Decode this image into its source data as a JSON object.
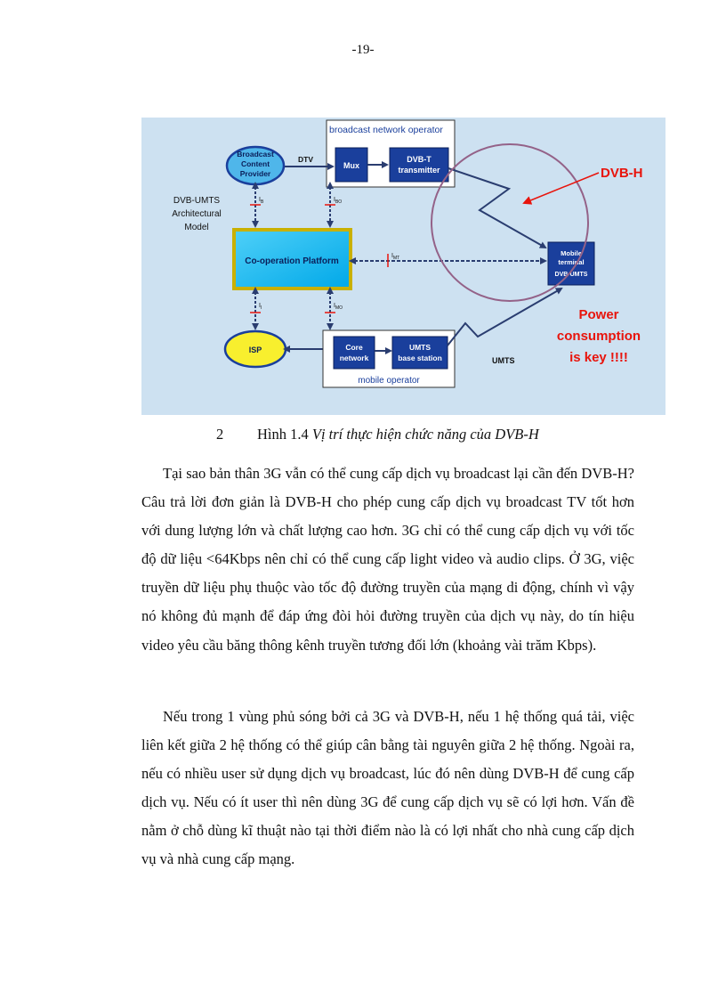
{
  "page": {
    "number": "-19-"
  },
  "figure": {
    "operator_box_label": "broadcast network operator",
    "broadcast_provider": [
      "Broadcast",
      "Content",
      "Provider"
    ],
    "dtv_label": "DTV",
    "mux_label": "Mux",
    "dvbt_transmitter": [
      "DVB-T",
      "transmitter"
    ],
    "model_label": [
      "DVB-UMTS",
      "Architectural",
      "Model"
    ],
    "cooperation_platform": "Co-operation Platform",
    "mobile_terminal": [
      "Mobile",
      "terminal",
      "DVB-UMTS"
    ],
    "isp_label": "ISP",
    "core_network": [
      "Core",
      "network"
    ],
    "umts_base_station": [
      "UMTS",
      "base station"
    ],
    "mobile_operator_label": "mobile operator",
    "umts_label": "UMTS",
    "dvbh_callout": "DVB-H",
    "power_callout": [
      "Power",
      "consumption",
      "is key !!!!"
    ],
    "interfaces": {
      "ib": "I",
      "ib_sub": "B",
      "ibo": "I",
      "ibo_sub": "BO",
      "imt": "I",
      "imt_sub": "MT",
      "ii": "I",
      "ii_sub": "I",
      "imo": "I",
      "imo_sub": "MO"
    },
    "colors": {
      "background": "#cde1f1",
      "coop_fill": "#00b4ee",
      "coop_border": "#c9b000",
      "dark_box": "#1a3f9c",
      "isp_fill": "#f8ef2e",
      "callout_red": "#e8140c",
      "circle": "#946288",
      "arrow": "#2a3d70"
    }
  },
  "caption": {
    "number": "2",
    "prefix": "Hình 1.4 ",
    "title": "Vị trí thực hiện chức năng của DVB-H"
  },
  "paragraphs": [
    "Tại sao bản thân 3G vẫn có thể cung cấp dịch vụ broadcast lại cần đến DVB-H? Câu trả lời đơn giản là DVB-H cho phép cung cấp dịch vụ broadcast TV tốt hơn với dung lượng lớn và chất lượng cao hơn. 3G chỉ có thể cung cấp dịch vụ với tốc độ dữ liệu <64Kbps nên chỉ có thể cung cấp light video và audio clips. Ở 3G, việc truyền dữ liệu phụ thuộc vào tốc độ đường truyền của mạng di động, chính vì vậy nó không đủ mạnh để đáp ứng đòi hỏi đường truyền của dịch vụ này, do tín hiệu video yêu cầu băng thông kênh truyền tương đối lớn (khoảng vài trăm Kbps).",
    "Nếu trong 1 vùng phủ sóng bởi cả 3G và DVB-H, nếu 1 hệ thống quá tải, việc liên kết giữa 2 hệ thống có thể giúp cân bằng tài nguyên giữa 2 hệ thống. Ngoài ra, nếu có nhiều user sử dụng dịch vụ broadcast, lúc đó nên dùng DVB-H để cung cấp dịch vụ. Nếu có ít user thì nên dùng 3G để cung cấp dịch vụ sẽ có lợi hơn. Vấn đề nằm ở chỗ dùng kĩ thuật nào tại thời điểm nào là có lợi nhất cho nhà cung cấp dịch vụ và nhà cung cấp mạng."
  ]
}
